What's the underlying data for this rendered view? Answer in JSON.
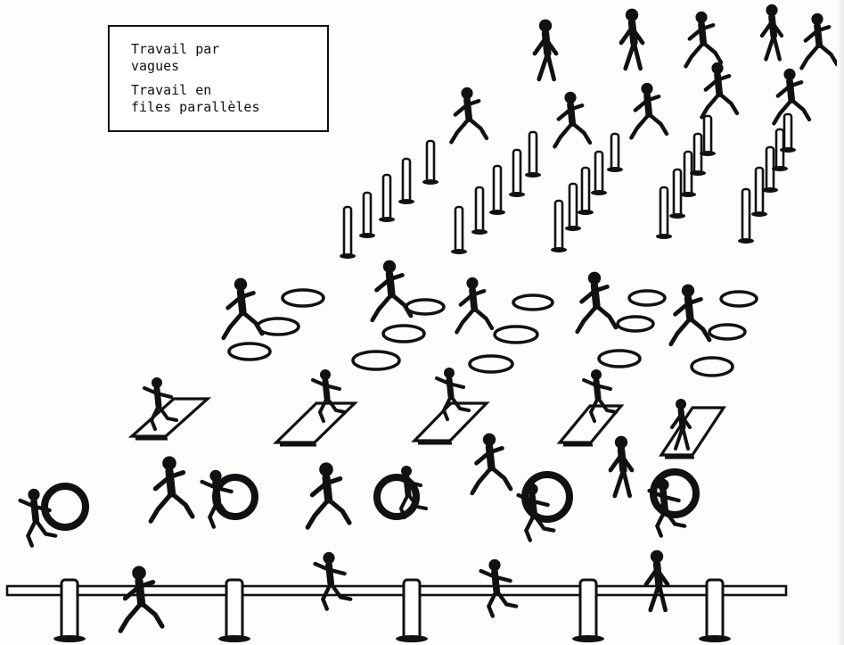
{
  "caption": {
    "line1": "Travail par",
    "line2": "vagues",
    "line3": "Travail en",
    "line4": "files parallèles"
  },
  "colors": {
    "ink": "#111111",
    "paper": "#fdfdfb"
  },
  "scene": {
    "rows": [
      "runners",
      "posts",
      "hoops",
      "mats",
      "tires",
      "bar"
    ]
  }
}
